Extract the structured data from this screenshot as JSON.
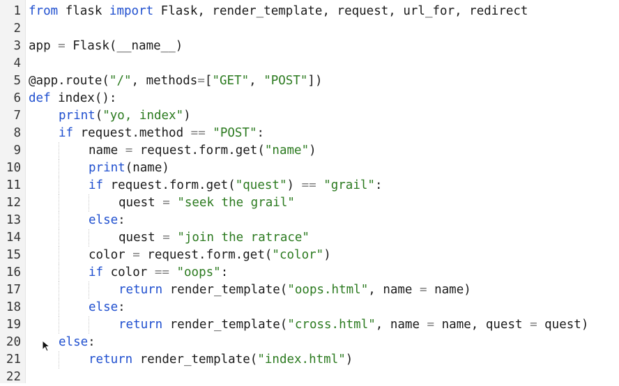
{
  "colors": {
    "keyword": "#1f4fcf",
    "string": "#2b7a1f",
    "operator": "#7f7f7f",
    "text": "#1a1a1a",
    "gutter_bg": "#f3f3f3"
  },
  "icons": {
    "cursor": "mouse-pointer-icon"
  },
  "editor": {
    "lines": [
      {
        "n": "1",
        "indent": 0,
        "tokens": [
          {
            "t": "from",
            "c": "kw"
          },
          {
            "t": " flask ",
            "c": ""
          },
          {
            "t": "import",
            "c": "kw"
          },
          {
            "t": " Flask, render_template, request, url_for, redirect",
            "c": ""
          }
        ]
      },
      {
        "n": "2",
        "indent": 0,
        "tokens": []
      },
      {
        "n": "3",
        "indent": 0,
        "tokens": [
          {
            "t": "app ",
            "c": ""
          },
          {
            "t": "=",
            "c": "op"
          },
          {
            "t": " Flask(__name__)",
            "c": ""
          }
        ]
      },
      {
        "n": "4",
        "indent": 0,
        "tokens": []
      },
      {
        "n": "5",
        "indent": 0,
        "tokens": [
          {
            "t": "@app.route(",
            "c": ""
          },
          {
            "t": "\"/\"",
            "c": "str"
          },
          {
            "t": ", methods",
            "c": ""
          },
          {
            "t": "=",
            "c": "op"
          },
          {
            "t": "[",
            "c": ""
          },
          {
            "t": "\"GET\"",
            "c": "str"
          },
          {
            "t": ", ",
            "c": ""
          },
          {
            "t": "\"POST\"",
            "c": "str"
          },
          {
            "t": "])",
            "c": ""
          }
        ]
      },
      {
        "n": "6",
        "indent": 0,
        "tokens": [
          {
            "t": "def",
            "c": "kw"
          },
          {
            "t": " index():",
            "c": ""
          }
        ]
      },
      {
        "n": "7",
        "indent": 1,
        "tokens": [
          {
            "t": "print",
            "c": "bi"
          },
          {
            "t": "(",
            "c": ""
          },
          {
            "t": "\"yo, index\"",
            "c": "str"
          },
          {
            "t": ")",
            "c": ""
          }
        ]
      },
      {
        "n": "8",
        "indent": 1,
        "tokens": [
          {
            "t": "if",
            "c": "kw"
          },
          {
            "t": " request.method ",
            "c": ""
          },
          {
            "t": "==",
            "c": "op"
          },
          {
            "t": " ",
            "c": ""
          },
          {
            "t": "\"POST\"",
            "c": "str"
          },
          {
            "t": ":",
            "c": ""
          }
        ]
      },
      {
        "n": "9",
        "indent": 2,
        "tokens": [
          {
            "t": "name ",
            "c": ""
          },
          {
            "t": "=",
            "c": "op"
          },
          {
            "t": " request.form.get(",
            "c": ""
          },
          {
            "t": "\"name\"",
            "c": "str"
          },
          {
            "t": ")",
            "c": ""
          }
        ]
      },
      {
        "n": "10",
        "indent": 2,
        "tokens": [
          {
            "t": "print",
            "c": "bi"
          },
          {
            "t": "(name)",
            "c": ""
          }
        ]
      },
      {
        "n": "11",
        "indent": 2,
        "tokens": [
          {
            "t": "if",
            "c": "kw"
          },
          {
            "t": " request.form.get(",
            "c": ""
          },
          {
            "t": "\"quest\"",
            "c": "str"
          },
          {
            "t": ") ",
            "c": ""
          },
          {
            "t": "==",
            "c": "op"
          },
          {
            "t": " ",
            "c": ""
          },
          {
            "t": "\"grail\"",
            "c": "str"
          },
          {
            "t": ":",
            "c": ""
          }
        ]
      },
      {
        "n": "12",
        "indent": 3,
        "tokens": [
          {
            "t": "quest ",
            "c": ""
          },
          {
            "t": "=",
            "c": "op"
          },
          {
            "t": " ",
            "c": ""
          },
          {
            "t": "\"seek the grail\"",
            "c": "str"
          }
        ]
      },
      {
        "n": "13",
        "indent": 2,
        "tokens": [
          {
            "t": "else",
            "c": "kw"
          },
          {
            "t": ":",
            "c": ""
          }
        ]
      },
      {
        "n": "14",
        "indent": 3,
        "tokens": [
          {
            "t": "quest ",
            "c": ""
          },
          {
            "t": "=",
            "c": "op"
          },
          {
            "t": " ",
            "c": ""
          },
          {
            "t": "\"join the ratrace\"",
            "c": "str"
          }
        ]
      },
      {
        "n": "15",
        "indent": 2,
        "tokens": [
          {
            "t": "color ",
            "c": ""
          },
          {
            "t": "=",
            "c": "op"
          },
          {
            "t": " request.form.get(",
            "c": ""
          },
          {
            "t": "\"color\"",
            "c": "str"
          },
          {
            "t": ")",
            "c": ""
          }
        ]
      },
      {
        "n": "16",
        "indent": 2,
        "tokens": [
          {
            "t": "if",
            "c": "kw"
          },
          {
            "t": " color ",
            "c": ""
          },
          {
            "t": "==",
            "c": "op"
          },
          {
            "t": " ",
            "c": ""
          },
          {
            "t": "\"oops\"",
            "c": "str"
          },
          {
            "t": ":",
            "c": ""
          }
        ]
      },
      {
        "n": "17",
        "indent": 3,
        "tokens": [
          {
            "t": "return",
            "c": "kw"
          },
          {
            "t": " render_template(",
            "c": ""
          },
          {
            "t": "\"oops.html\"",
            "c": "str"
          },
          {
            "t": ", name ",
            "c": ""
          },
          {
            "t": "=",
            "c": "op"
          },
          {
            "t": " name)",
            "c": ""
          }
        ]
      },
      {
        "n": "18",
        "indent": 2,
        "tokens": [
          {
            "t": "else",
            "c": "kw"
          },
          {
            "t": ":",
            "c": ""
          }
        ]
      },
      {
        "n": "19",
        "indent": 3,
        "tokens": [
          {
            "t": "return",
            "c": "kw"
          },
          {
            "t": " render_template(",
            "c": ""
          },
          {
            "t": "\"cross.html\"",
            "c": "str"
          },
          {
            "t": ", name ",
            "c": ""
          },
          {
            "t": "=",
            "c": "op"
          },
          {
            "t": " name, quest ",
            "c": ""
          },
          {
            "t": "=",
            "c": "op"
          },
          {
            "t": " quest)",
            "c": ""
          }
        ]
      },
      {
        "n": "20",
        "indent": 1,
        "tokens": [
          {
            "t": "else",
            "c": "kw"
          },
          {
            "t": ":",
            "c": ""
          }
        ]
      },
      {
        "n": "21",
        "indent": 2,
        "tokens": [
          {
            "t": "return",
            "c": "kw"
          },
          {
            "t": " render_template(",
            "c": ""
          },
          {
            "t": "\"index.html\"",
            "c": "str"
          },
          {
            "t": ")",
            "c": ""
          }
        ]
      },
      {
        "n": "22",
        "indent": 0,
        "tokens": []
      }
    ]
  }
}
